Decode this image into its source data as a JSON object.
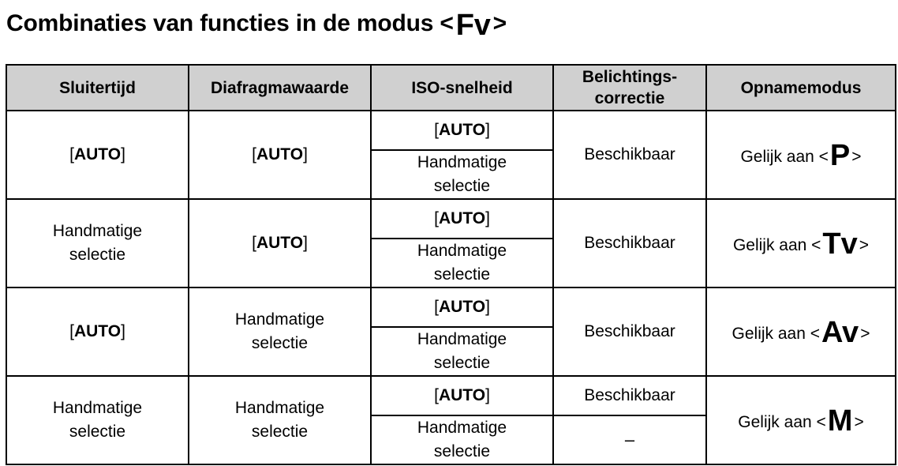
{
  "page": {
    "title_prefix": "Combinaties van functies in de modus <",
    "title_mode": "Fv",
    "title_suffix": ">"
  },
  "table": {
    "headers": [
      "Sluitertijd",
      "Diafragmawaarde",
      "ISO-snelheid",
      "Belichtings-\ncorrectie",
      "Opnamemodus"
    ],
    "header_bg": "#d0d0d0",
    "rows": [
      {
        "shutter": "AUTO",
        "shutter_auto": true,
        "aperture": "AUTO",
        "aperture_auto": true,
        "iso": [
          "AUTO",
          "Handmatige selectie"
        ],
        "exposure": [
          "Beschikbaar"
        ],
        "mode_prefix": "Gelijk aan <",
        "mode": "P",
        "mode_suffix": ">"
      },
      {
        "shutter": "Handmatige selectie",
        "shutter_auto": false,
        "aperture": "AUTO",
        "aperture_auto": true,
        "iso": [
          "AUTO",
          "Handmatige selectie"
        ],
        "exposure": [
          "Beschikbaar"
        ],
        "mode_prefix": "Gelijk aan <",
        "mode": "Tv",
        "mode_suffix": ">"
      },
      {
        "shutter": "AUTO",
        "shutter_auto": true,
        "aperture": "Handmatige selectie",
        "aperture_auto": false,
        "iso": [
          "AUTO",
          "Handmatige selectie"
        ],
        "exposure": [
          "Beschikbaar"
        ],
        "mode_prefix": "Gelijk aan <",
        "mode": "Av",
        "mode_suffix": ">"
      },
      {
        "shutter": "Handmatige selectie",
        "shutter_auto": false,
        "aperture": "Handmatige selectie",
        "aperture_auto": false,
        "iso": [
          "AUTO",
          "Handmatige selectie"
        ],
        "exposure": [
          "Beschikbaar",
          "–"
        ],
        "mode_prefix": "Gelijk aan <",
        "mode": "M",
        "mode_suffix": ">"
      }
    ]
  }
}
